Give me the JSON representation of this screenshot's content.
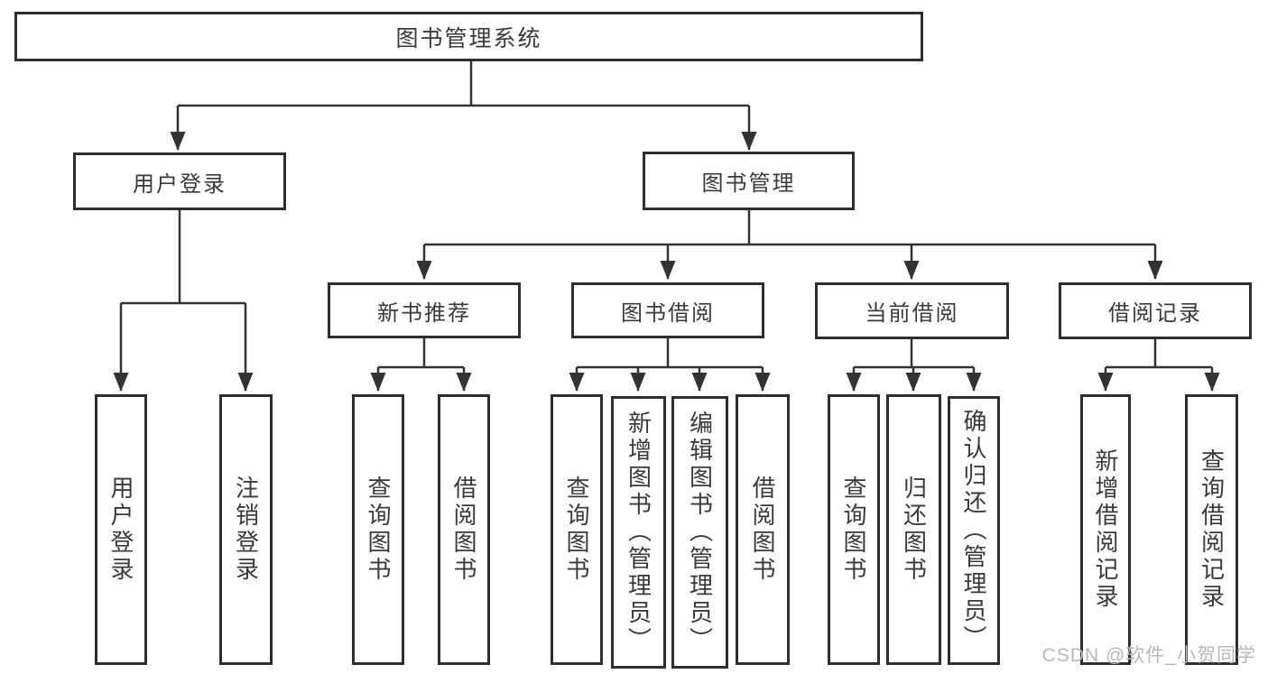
{
  "tree": {
    "root": "图书管理系统",
    "login": {
      "label": "用户登录",
      "children": [
        "用户登录",
        "注销登录"
      ]
    },
    "management": {
      "label": "图书管理",
      "groups": [
        {
          "label": "新书推荐",
          "children": [
            "查询图书",
            "借阅图书"
          ]
        },
        {
          "label": "图书借阅",
          "children": [
            "查询图书",
            "新增图书（管理员）",
            "编辑图书（管理员）",
            "借阅图书"
          ]
        },
        {
          "label": "当前借阅",
          "children": [
            "查询图书",
            "归还图书",
            "确认归还（管理员）"
          ]
        },
        {
          "label": "借阅记录",
          "children": [
            "新增借阅记录",
            "查询借阅记录"
          ]
        }
      ]
    }
  },
  "watermark": "CSDN @软件_小贺同学",
  "colors": {
    "line": "#333333",
    "box_border": "#2e2e2e",
    "text": "#3a3a3a",
    "watermark": "#b8b8b8",
    "background": "#ffffff"
  }
}
